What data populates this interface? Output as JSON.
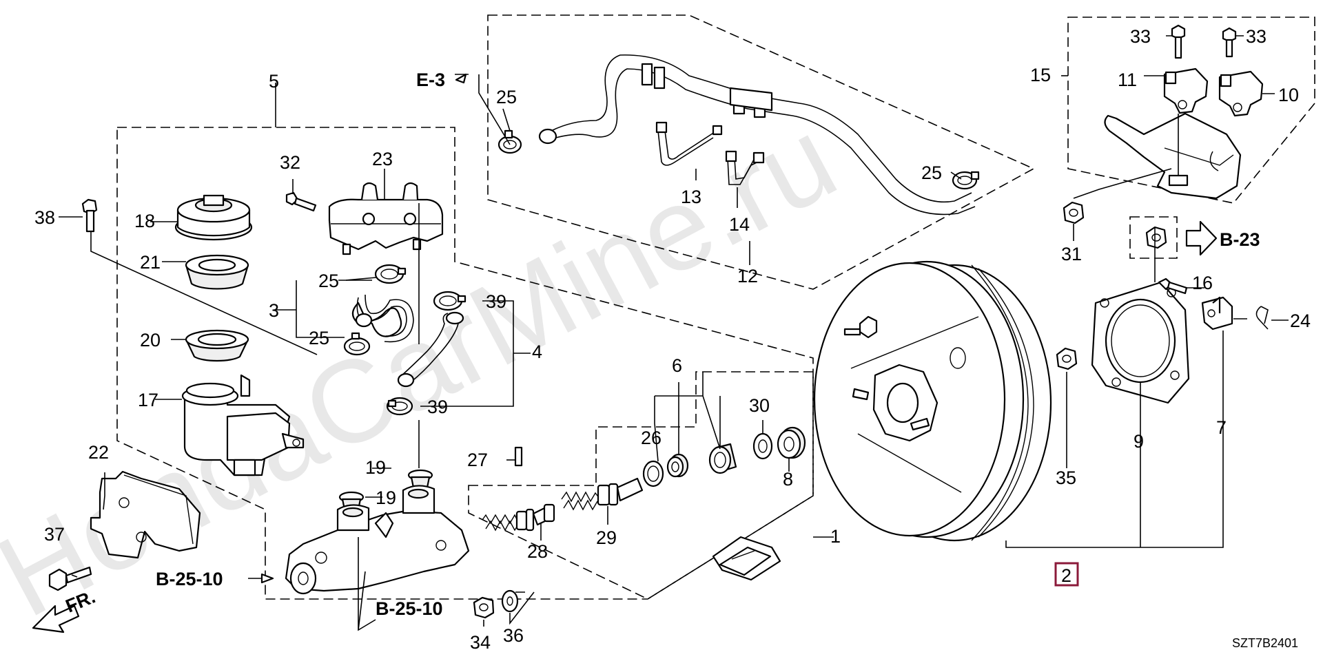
{
  "diagram": {
    "watermark": "HondaCarMine.ru",
    "drawing_code": "SZT7B2401",
    "direction_label": "FR.",
    "highlight_color": "#8b1a3a",
    "part_numbers": {
      "p1": "1",
      "p2": "2",
      "p3": "3",
      "p4": "4",
      "p5": "5",
      "p6": "6",
      "p7": "7",
      "p8": "8",
      "p9": "9",
      "p10": "10",
      "p11": "11",
      "p12": "12",
      "p13": "13",
      "p14": "14",
      "p15": "15",
      "p16": "16",
      "p17": "17",
      "p18": "18",
      "p19a": "19",
      "p19b": "19",
      "p20": "20",
      "p21": "21",
      "p22": "22",
      "p23": "23",
      "p24": "24",
      "p25a": "25",
      "p25b": "25",
      "p25c": "25",
      "p25d": "25",
      "p26": "26",
      "p27": "27",
      "p28": "28",
      "p29": "29",
      "p30": "30",
      "p31": "31",
      "p32": "32",
      "p33a": "33",
      "p33b": "33",
      "p34": "34",
      "p35": "35",
      "p36": "36",
      "p37": "37",
      "p38": "38",
      "p39a": "39",
      "p39b": "39"
    },
    "references": {
      "e3": "E-3",
      "b23": "B-23",
      "b2510_left": "B-25-10",
      "b2510_bottom": "B-25-10"
    }
  }
}
